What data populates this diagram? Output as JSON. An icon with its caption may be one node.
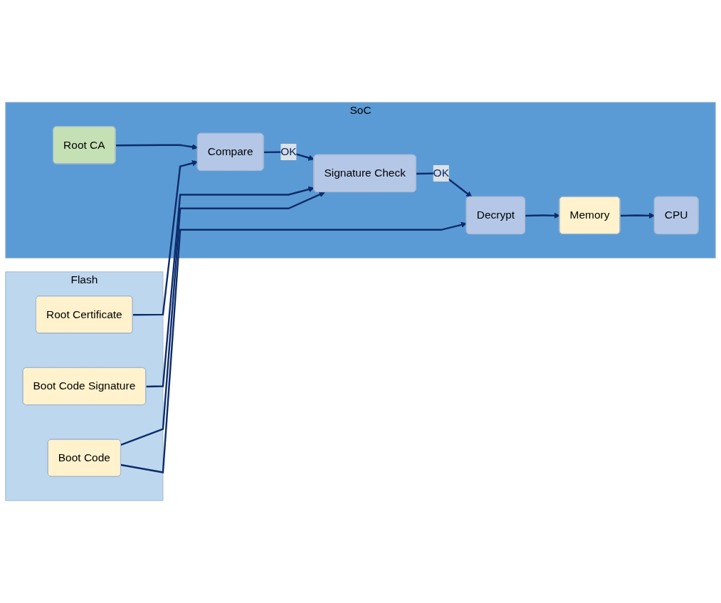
{
  "diagram": {
    "nodes": [
      {
        "text": [
          "Flash"
        ]
      },
      {
        "text": [
          "Root Certificate"
        ],
        "in": 0
      },
      {
        "text": [
          "Boot Code Signature"
        ],
        "in": 0
      },
      {
        "text": [
          "Boot Code"
        ],
        "in": 0
      },
      {
        "text": [
          "SoC"
        ]
      },
      {
        "text": [
          "Root CA"
        ],
        "in": 4
      },
      {
        "text": [
          "Compare"
        ],
        "in": 4
      },
      {
        "text": [
          "Signature Check"
        ],
        "in": 4
      },
      {
        "text": [
          "Decrypt"
        ],
        "in": 4
      },
      {
        "text": [
          "Memory"
        ],
        "in": 4
      },
      {
        "text": [
          "CPU"
        ],
        "in": 4
      }
    ],
    "edges": [
      {
        "from": 5,
        "to": 6,
        "arrow": "to"
      },
      {
        "from": 1,
        "to": 6,
        "arrow": "to"
      },
      {
        "from": 6,
        "to": 7,
        "arrow": "to",
        "label": "OK"
      },
      {
        "from": 2,
        "to": 7,
        "arrow": "to"
      },
      {
        "from": 3,
        "to": 7,
        "arrow": "to"
      },
      {
        "from": 3,
        "to": 8,
        "arrow": "to"
      },
      {
        "from": 7,
        "to": 8,
        "arrow": "to",
        "label": "OK"
      },
      {
        "from": 8,
        "to": 9,
        "arrow": "to"
      },
      {
        "from": 9,
        "to": 10,
        "arrow": "to"
      }
    ]
  }
}
